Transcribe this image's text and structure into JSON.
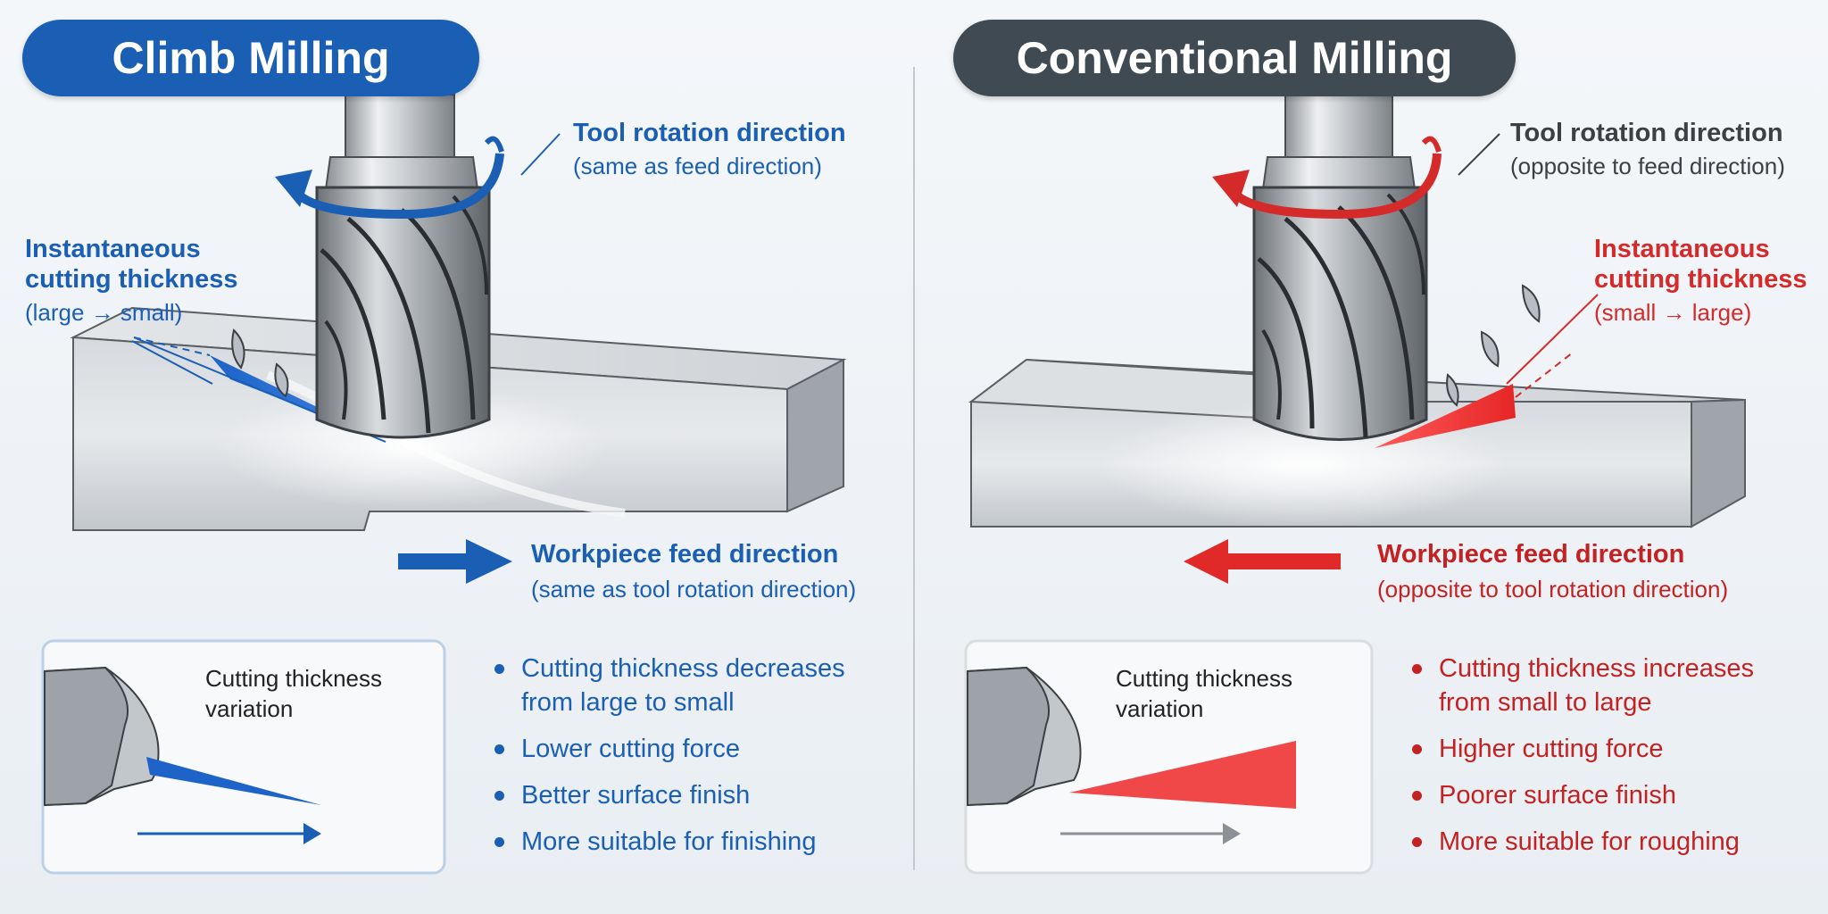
{
  "colors": {
    "climb": "#1a5fb4",
    "conventional": "#d42a2a",
    "pill_conventional": "#3f4a52"
  },
  "climb": {
    "title": "Climb Milling",
    "rotation": {
      "heading": "Tool rotation direction",
      "sub": "(same as feed direction)"
    },
    "thickness": {
      "line1": "Instantaneous",
      "line2": "cutting thickness",
      "sub": "(large → small)"
    },
    "feed": {
      "heading": "Workpiece feed direction",
      "sub": "(same as tool rotation direction)"
    },
    "box_label": {
      "line1": "Cutting thickness",
      "line2": "variation"
    },
    "bullets": [
      {
        "line1": "Cutting thickness decreases",
        "line2": "from large to small"
      },
      {
        "line1": "Lower cutting force"
      },
      {
        "line1": "Better surface finish"
      },
      {
        "line1": "More suitable for finishing"
      }
    ]
  },
  "conventional": {
    "title": "Conventional Milling",
    "rotation": {
      "heading": "Tool rotation direction",
      "sub": "(opposite to feed direction)"
    },
    "thickness": {
      "line1": "Instantaneous",
      "line2": "cutting thickness",
      "sub": "(small → large)"
    },
    "feed": {
      "heading": "Workpiece feed direction",
      "sub": "(opposite to tool rotation direction)"
    },
    "box_label": {
      "line1": "Cutting thickness",
      "line2": "variation"
    },
    "bullets": [
      {
        "line1": "Cutting thickness increases",
        "line2": "from small to large"
      },
      {
        "line1": "Higher cutting force"
      },
      {
        "line1": "Poorer surface finish"
      },
      {
        "line1": "More suitable for roughing"
      }
    ]
  }
}
